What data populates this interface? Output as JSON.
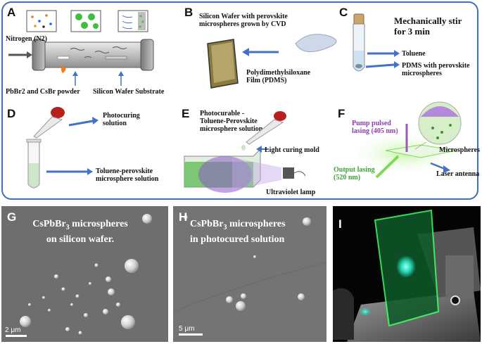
{
  "panels": {
    "A": {
      "letter": "A",
      "gas": "Nitrogen (N",
      "gas_sub": "2",
      "gas_end": ")",
      "powder": "PbBr",
      "powder_sub": "2",
      "powder_end": " and CsBr powder",
      "substrate": "Silicon Wafer Substrate"
    },
    "B": {
      "letter": "B",
      "wafer": "Silicon Wafer with perovskite microspheres grown by CVD",
      "film": "Polydimethylsiloxane Film (PDMS)"
    },
    "C": {
      "letter": "C",
      "stir": "Mechanically stir for 3 min",
      "toluene": "Toluene",
      "pdms": "PDMS with perovskite microspheres"
    },
    "D": {
      "letter": "D",
      "photocuring": "Photocuring solution",
      "toluene_sol": "Toluene-perovskite microsphere solution"
    },
    "E": {
      "letter": "E",
      "solution": "Photocurable - Toluene-Perovskite microsphere solution",
      "mold": "Light curing mold",
      "lamp": "Ultraviolet lamp"
    },
    "F": {
      "letter": "F",
      "pump": "Pump pulsed lasing (405 nm)",
      "output": "Output lasing (520 nm)",
      "microspheres": "Microspheres",
      "antenna": "Laser antenna"
    },
    "G": {
      "letter": "G",
      "caption_a": "CsPbBr",
      "caption_sub": "3",
      "caption_b": " microspheres",
      "caption_c": "on silicon wafer.",
      "scale": "2 μm"
    },
    "H": {
      "letter": "H",
      "caption_a": "CsPbBr",
      "caption_sub": "3",
      "caption_b": " microspheres",
      "caption_c": "in photocured solution",
      "scale": "5 μm"
    },
    "I": {
      "letter": "I"
    }
  },
  "colors": {
    "border": "#3f6fb5",
    "arrow": "#4472c4",
    "green_laser": "#7ed957",
    "purple_pump": "#9b59b6"
  }
}
